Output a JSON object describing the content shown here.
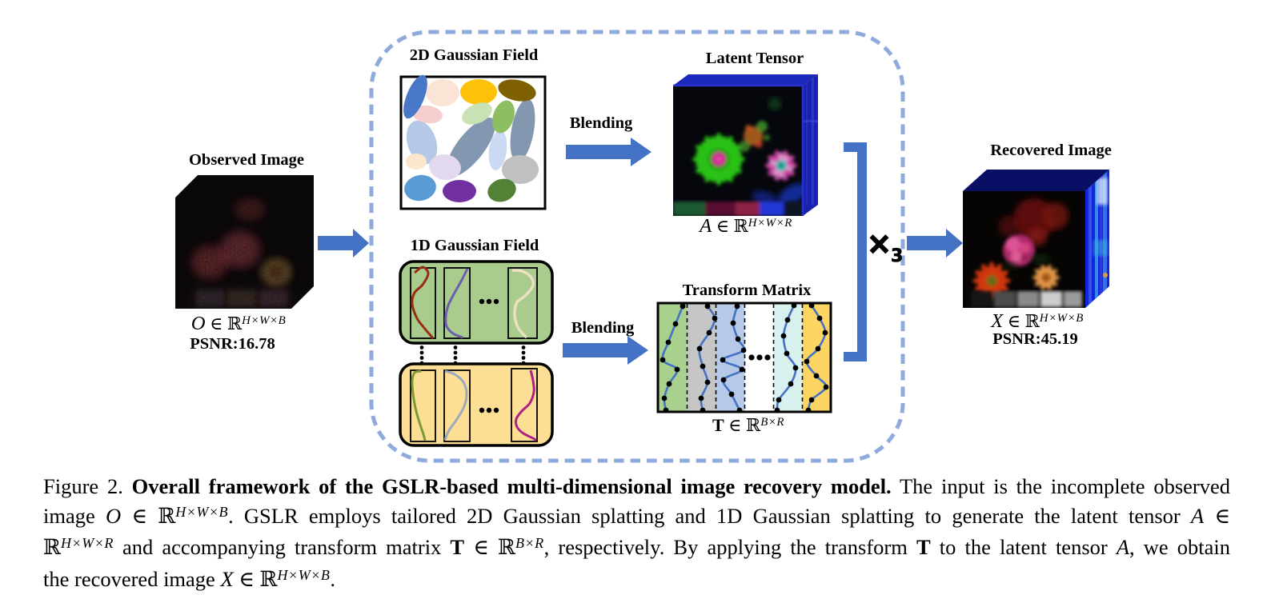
{
  "icons": {
    "input_arrow": "arrow-right",
    "blending_arrows": "arrow-right",
    "output_arrow": "arrow-right",
    "bracket": "right-square-bracket",
    "ellipsis": "horizontal-ellipsis",
    "vertical_ellipsis": "vertical-ellipsis"
  },
  "colors": {
    "accent": "#4472c4",
    "dash_border": "#8faadc",
    "green_box": "#a9cc8e",
    "yellow_box": "#fcdf94",
    "curve_blue": "#4472c4",
    "strip_green": "#a9d18e",
    "strip_gray": "#c6c6c6",
    "strip_periwinkle": "#b7c9e8",
    "strip_white": "#ffffff",
    "strip_cyan": "#d8f1ef",
    "strip_yellow": "#fcd563"
  },
  "figure": {
    "observed": {
      "title": "Observed Image",
      "math": [
        {
          "t": "O",
          "s": "m"
        },
        {
          "t": " ∈ ℝ",
          "s": "n"
        },
        {
          "t": "H×W×B",
          "s": "sup"
        }
      ],
      "psnr": "PSNR:16.78"
    },
    "gaussian2d": {
      "title": "2D Gaussian Field"
    },
    "blending_top": {
      "label": "Blending"
    },
    "latent": {
      "title": "Latent Tensor",
      "math": [
        {
          "t": "A",
          "s": "m"
        },
        {
          "t": " ∈ ℝ",
          "s": "n"
        },
        {
          "t": "H×W×R",
          "s": "sup"
        }
      ]
    },
    "gaussian1d": {
      "title": "1D Gaussian Field"
    },
    "blending_bottom": {
      "label": "Blending"
    },
    "transform": {
      "title": "Transform Matrix",
      "math": [
        {
          "t": "T",
          "s": "bT"
        },
        {
          "t": " ∈ ℝ",
          "s": "n"
        },
        {
          "t": "B×R",
          "s": "sup"
        }
      ]
    },
    "times": {
      "symbol": "×",
      "subscript": "3"
    },
    "recovered": {
      "title": "Recovered Image",
      "math": [
        {
          "t": "X",
          "s": "m"
        },
        {
          "t": " ∈ ℝ",
          "s": "n"
        },
        {
          "t": "H×W×B",
          "s": "sup"
        }
      ],
      "psnr": "PSNR:45.19"
    }
  },
  "caption": {
    "lines": [
      [
        {
          "t": "Figure 2.  ",
          "s": "n"
        },
        {
          "t": "Overall framework of the GSLR-based multi-dimensional image recovery model.",
          "s": "b"
        },
        {
          "t": "  The input is the incomplete observed",
          "s": "n"
        }
      ],
      [
        {
          "t": "image ",
          "s": "n"
        },
        {
          "t": "O",
          "s": "m"
        },
        {
          "t": " ∈ ℝ",
          "s": "n"
        },
        {
          "t": "H×W×B",
          "s": "sup"
        },
        {
          "t": ".  GSLR employs tailored 2D Gaussian splatting and 1D Gaussian splatting to generate the latent tensor ",
          "s": "n"
        },
        {
          "t": "A",
          "s": "m"
        },
        {
          "t": " ∈",
          "s": "n"
        }
      ],
      [
        {
          "t": "ℝ",
          "s": "n"
        },
        {
          "t": "H×W×R",
          "s": "sup"
        },
        {
          "t": " and accompanying transform matrix ",
          "s": "n"
        },
        {
          "t": "T",
          "s": "bT"
        },
        {
          "t": " ∈ ℝ",
          "s": "n"
        },
        {
          "t": "B×R",
          "s": "sup"
        },
        {
          "t": ", respectively.  By applying the transform ",
          "s": "n"
        },
        {
          "t": "T",
          "s": "bT"
        },
        {
          "t": " to the latent tensor ",
          "s": "n"
        },
        {
          "t": "A",
          "s": "m"
        },
        {
          "t": ", we obtain",
          "s": "n"
        }
      ],
      [
        {
          "t": "the recovered image ",
          "s": "n"
        },
        {
          "t": "X",
          "s": "m"
        },
        {
          "t": " ∈ ℝ",
          "s": "n"
        },
        {
          "t": "H×W×B",
          "s": "sup"
        },
        {
          "t": ".",
          "s": "n"
        }
      ]
    ]
  }
}
